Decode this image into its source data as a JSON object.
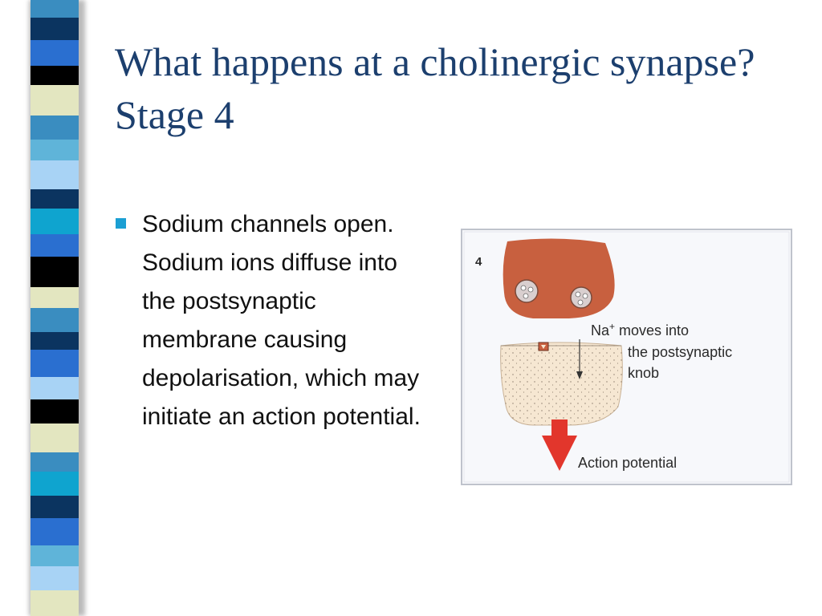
{
  "slide": {
    "title": "What happens at a cholinergic synapse?  Stage 4",
    "bullet": "Sodium channels open.  Sodium ions diffuse into the postsynaptic membrane causing depolarisation, which may initiate an action potential."
  },
  "figure": {
    "stage_number": "4",
    "na_label": "Na",
    "na_superscript": "+",
    "na_rest": " moves into",
    "line2": "the postsynaptic",
    "line3": "knob",
    "action_label": "Action potential"
  },
  "colors": {
    "title": "#1c3f6e",
    "bullet_marker": "#1b9fd3",
    "presynaptic_knob": "#c8603f",
    "postsynaptic_knob": "#f6e7d2",
    "arrow": "#e2362c",
    "stripes": [
      "#3a8dc0",
      "#0b3460",
      "#2a6fd0",
      "#000000",
      "#e3e6c0",
      "#5fb4d9",
      "#a8d3f5",
      "#0fa4cf"
    ]
  }
}
